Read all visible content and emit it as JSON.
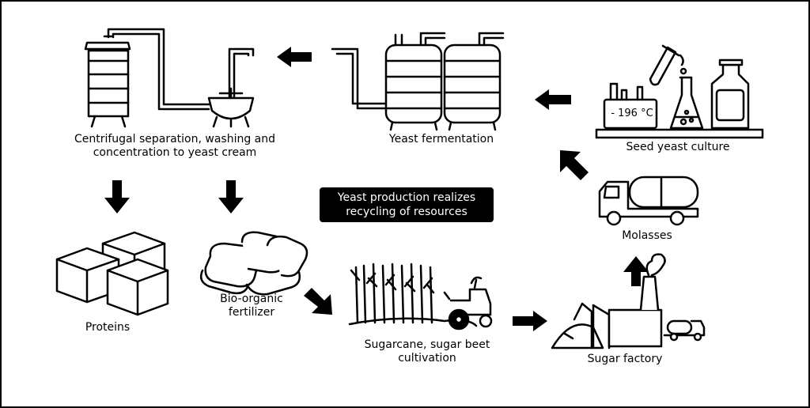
{
  "banner": {
    "line1": "Yeast production realizes",
    "line2": "recycling of resources"
  },
  "stages": {
    "centrifugal": {
      "line1": "Centrifugal separation, washing and",
      "line2": "concentration to yeast cream"
    },
    "fermentation": {
      "label": "Yeast fermentation"
    },
    "seed_culture": {
      "label": "Seed yeast culture",
      "temperature": "- 196 °C"
    },
    "molasses": {
      "label": "Molasses"
    },
    "sugar_factory": {
      "label": "Sugar factory"
    },
    "cultivation": {
      "line1": "Sugarcane, sugar beet",
      "line2": "cultivation"
    },
    "fertilizer": {
      "line1": "Bio-organic",
      "line2": "fertilizer"
    },
    "proteins": {
      "label": "Proteins"
    }
  }
}
